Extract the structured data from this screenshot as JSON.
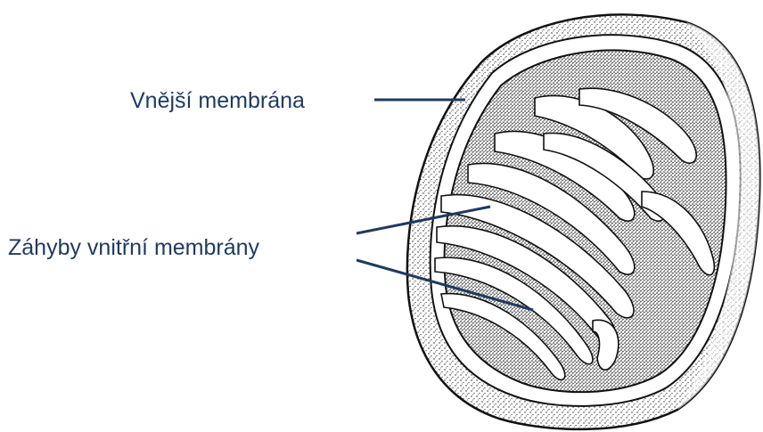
{
  "labels": {
    "outer_membrane": "Vnější membrána",
    "inner_membrane_folds": "Záhyby vnitřní membrány"
  },
  "colors": {
    "label_text": "#1f3a5f",
    "leader_line": "#1f3a5f",
    "ink": "#111111",
    "paper": "#ffffff"
  },
  "icons": {
    "organelle": "mitochondrion-cross-section-illustration"
  }
}
